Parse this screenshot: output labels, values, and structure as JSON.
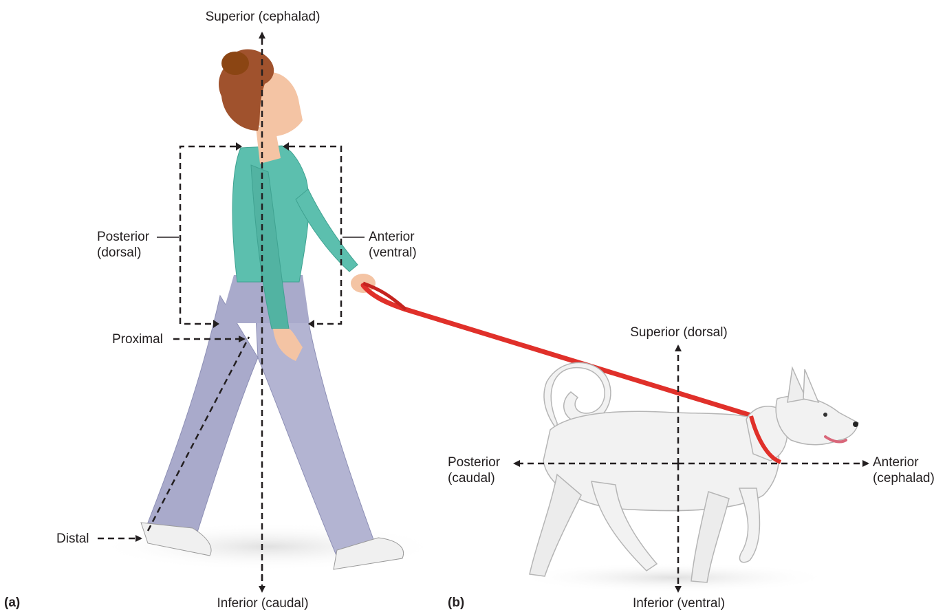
{
  "colors": {
    "shirt": "#5cbfae",
    "pants": "#a9aacb",
    "skin": "#f4c4a4",
    "hair": "#a0522d",
    "leash": "#e0302a",
    "dog": "#f2f2f2",
    "arrow": "#231f20"
  },
  "panel_a": {
    "panel_label": "(a)",
    "superior": "Superior (cephalad)",
    "inferior": "Inferior (caudal)",
    "posterior_line1": "Posterior",
    "posterior_line2": "(dorsal)",
    "anterior_line1": "Anterior",
    "anterior_line2": "(ventral)",
    "proximal": "Proximal",
    "distal": "Distal"
  },
  "panel_b": {
    "panel_label": "(b)",
    "superior": "Superior (dorsal)",
    "inferior": "Inferior (ventral)",
    "posterior_line1": "Posterior",
    "posterior_line2": "(caudal)",
    "anterior_line1": "Anterior",
    "anterior_line2": "(cephalad)"
  }
}
